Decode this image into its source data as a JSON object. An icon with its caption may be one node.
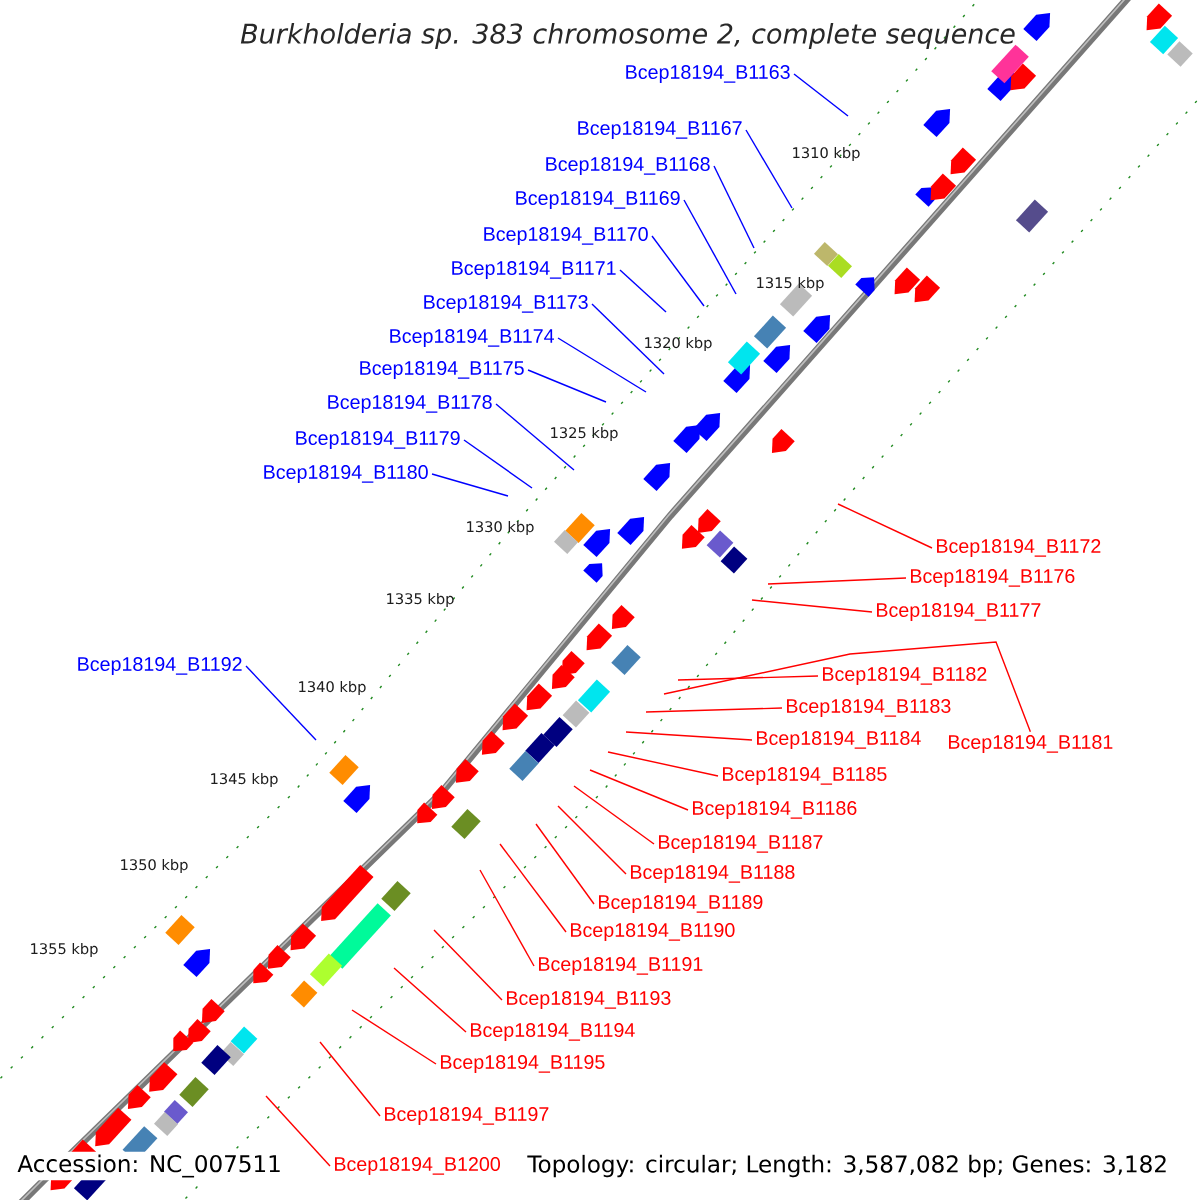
{
  "diagram": {
    "title": "*Burkholderia* sp. 383 chromosome 2, complete sequence",
    "nodes": [
      {
        "text": [
          "Bcep18194_B1163"
        ]
      },
      {
        "text": [
          "Bcep18194_B1167"
        ]
      },
      {
        "text": [
          "Bcep18194_B1168"
        ]
      },
      {
        "text": [
          "Bcep18194_B1169"
        ]
      },
      {
        "text": [
          "Bcep18194_B1170"
        ]
      },
      {
        "text": [
          "Bcep18194_B1171"
        ]
      },
      {
        "text": [
          "Bcep18194_B1173"
        ]
      },
      {
        "text": [
          "Bcep18194_B1174"
        ]
      },
      {
        "text": [
          "Bcep18194_B1175"
        ]
      },
      {
        "text": [
          "Bcep18194_B1178"
        ]
      },
      {
        "text": [
          "Bcep18194_B1179"
        ]
      },
      {
        "text": [
          "Bcep18194_B1180"
        ]
      },
      {
        "text": [
          "Bcep18194_B1172"
        ]
      },
      {
        "text": [
          "Bcep18194_B1176"
        ]
      },
      {
        "text": [
          "Bcep18194_B1177"
        ]
      },
      {
        "text": [
          "Bcep18194_B1192"
        ]
      },
      {
        "text": [
          "Bcep18194_B1182"
        ]
      },
      {
        "text": [
          "Bcep18194_B1183"
        ]
      },
      {
        "text": [
          "Bcep18194_B1184"
        ]
      },
      {
        "text": [
          "Bcep18194_B1181"
        ]
      },
      {
        "text": [
          "Bcep18194_B1185"
        ]
      },
      {
        "text": [
          "Bcep18194_B1186"
        ]
      },
      {
        "text": [
          "Bcep18194_B1187"
        ]
      },
      {
        "text": [
          "Bcep18194_B1188"
        ]
      },
      {
        "text": [
          "Bcep18194_B1189"
        ]
      },
      {
        "text": [
          "Bcep18194_B1190"
        ]
      },
      {
        "text": [
          "Bcep18194_B1191"
        ]
      },
      {
        "text": [
          "Bcep18194_B1193"
        ]
      },
      {
        "text": [
          "Bcep18194_B1194"
        ]
      },
      {
        "text": [
          "Bcep18194_B1195"
        ]
      },
      {
        "text": [
          "Bcep18194_B1197"
        ]
      },
      {
        "text": [
          "Bcep18194_B1200"
        ]
      }
    ],
    "edges": [
      {
        "from": 0,
        "to": null,
        "arrow": "none",
        "color": "#0000ff"
      },
      {
        "from": 1,
        "to": null,
        "arrow": "none",
        "color": "#0000ff"
      },
      {
        "from": 2,
        "to": null,
        "arrow": "none",
        "color": "#0000ff"
      },
      {
        "from": 3,
        "to": null,
        "arrow": "none",
        "color": "#0000ff"
      },
      {
        "from": 4,
        "to": null,
        "arrow": "none",
        "color": "#0000ff"
      },
      {
        "from": 5,
        "to": null,
        "arrow": "none",
        "color": "#0000ff"
      },
      {
        "from": 6,
        "to": null,
        "arrow": "none",
        "color": "#0000ff"
      },
      {
        "from": 7,
        "to": null,
        "arrow": "none",
        "color": "#0000ff"
      },
      {
        "from": 8,
        "to": null,
        "arrow": "none",
        "color": "#0000ff"
      },
      {
        "from": 9,
        "to": null,
        "arrow": "none",
        "color": "#0000ff"
      },
      {
        "from": 10,
        "to": null,
        "arrow": "none",
        "color": "#0000ff"
      },
      {
        "from": 11,
        "to": null,
        "arrow": "none",
        "color": "#0000ff"
      },
      {
        "from": 12,
        "to": null,
        "arrow": "none"
      },
      {
        "from": 13,
        "to": null,
        "arrow": "none"
      },
      {
        "from": 14,
        "to": null,
        "arrow": "none"
      },
      {
        "from": 15,
        "to": null,
        "arrow": "none",
        "color": "#0000ff"
      },
      {
        "from": 16,
        "to": null,
        "arrow": "none"
      },
      {
        "from": 17,
        "to": null,
        "arrow": "none"
      },
      {
        "from": 18,
        "to": null,
        "arrow": "none"
      },
      {
        "from": 19,
        "to": null,
        "arrow": "none"
      },
      {
        "from": 20,
        "to": null,
        "arrow": "none"
      },
      {
        "from": 21,
        "to": null,
        "arrow": "none"
      },
      {
        "from": 22,
        "to": null,
        "arrow": "none"
      },
      {
        "from": 23,
        "to": null,
        "arrow": "none"
      },
      {
        "from": 24,
        "to": null,
        "arrow": "none"
      },
      {
        "from": 25,
        "to": null,
        "arrow": "none"
      },
      {
        "from": 26,
        "to": null,
        "arrow": "none"
      },
      {
        "from": 27,
        "to": null,
        "arrow": "none"
      },
      {
        "from": 28,
        "to": null,
        "arrow": "none"
      },
      {
        "from": 29,
        "to": null,
        "arrow": "none"
      },
      {
        "from": 30,
        "to": null,
        "arrow": "none"
      },
      {
        "from": 31,
        "to": null,
        "arrow": "none"
      }
    ],
    "labels": [
      "1310 kbp",
      "1315 kbp",
      "1320 kbp",
      "1325 kbp",
      "1330 kbp",
      "1335 kbp",
      "1340 kbp",
      "1345 kbp",
      "1350 kbp",
      "1355 kbp",
      "Accession: NC_007511",
      "Topology: circular; Length: 3,587,082 bp; Genes: 3,182"
    ]
  }
}
